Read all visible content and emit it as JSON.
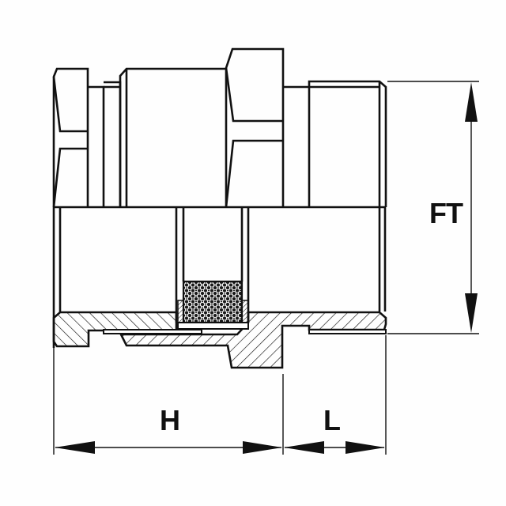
{
  "drawing": {
    "subject": "threaded pipe union fitting, half cross-section",
    "line_color": "#111111",
    "background_color": "#fefefe"
  },
  "dimensions": {
    "ft": {
      "label": "FT",
      "orientation": "vertical"
    },
    "h": {
      "label": "H",
      "orientation": "horizontal"
    },
    "l": {
      "label": "L",
      "orientation": "horizontal"
    }
  },
  "parts": [
    {
      "name": "left-hex-nut"
    },
    {
      "name": "center-hex-body"
    },
    {
      "name": "right-hex-nut"
    },
    {
      "name": "male-thread-end"
    },
    {
      "name": "gasket-seal"
    }
  ]
}
